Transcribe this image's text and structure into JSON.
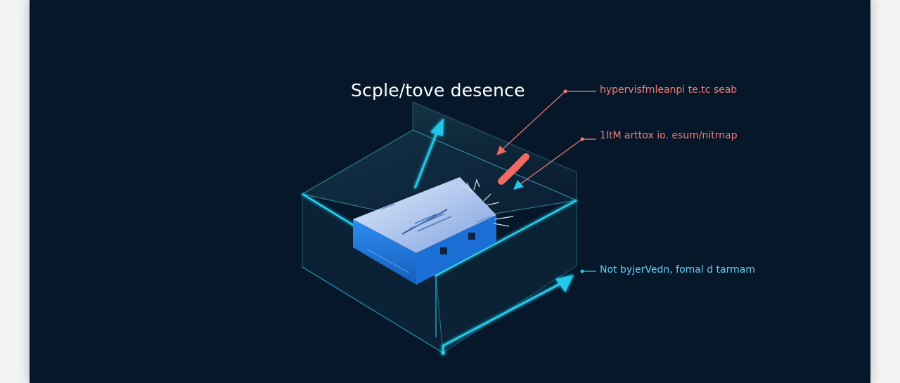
{
  "title": "Scple/tove desence",
  "callouts": [
    {
      "text": "hypervisfmleanpi te.tc seab",
      "color": "#f07d74"
    },
    {
      "text": "1ItM arttox io. esum/nitrnap",
      "color": "#f07d74"
    },
    {
      "text": "Not byjerVedn, fomal d tarmam",
      "color": "#5fd0f0"
    }
  ],
  "colors": {
    "background": "#07172a",
    "accent_cyan": "#22c8ea",
    "accent_red": "#f06a64",
    "device_blue": "#2a7fe0"
  },
  "icons": [
    "router-device-icon",
    "red-diamond-marker-icon"
  ]
}
